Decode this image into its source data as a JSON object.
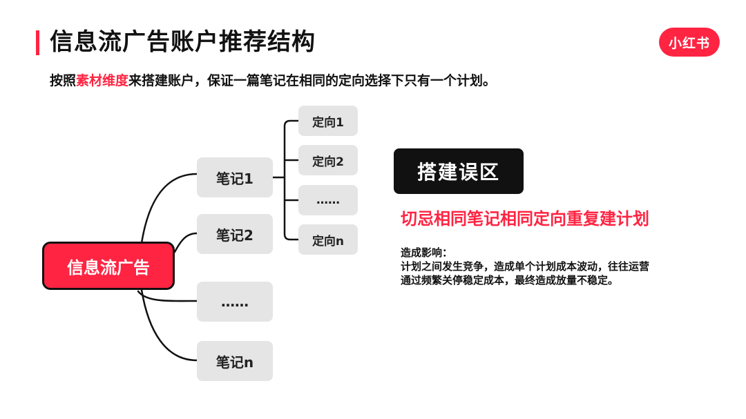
{
  "header": {
    "title": "信息流广告账户推荐结构",
    "logo_text": "小红书"
  },
  "subtitle": {
    "before": "按照",
    "highlight": "素材维度",
    "after": "来搭建账户，保证一篇笔记在相同的定向选择下只有一个计划。"
  },
  "diagram": {
    "root": "信息流广告",
    "notes": [
      "笔记1",
      "笔记2",
      "……",
      "笔记n"
    ],
    "directions": [
      "定向1",
      "定向2",
      "……",
      "定向n"
    ]
  },
  "pitfall": {
    "heading": "搭建误区",
    "warning": "切忌相同笔记相同定向重复建计划",
    "effect_title": "造成影响：",
    "effect_lines": [
      "计划之间发生竞争，造成单个计划成本波动，往往运营",
      "通过频繁关停稳定成本，最终造成放量不稳定。"
    ]
  },
  "colors": {
    "accent": "#ff2442",
    "node_grey": "#e5e5e5",
    "dark": "#111111"
  }
}
